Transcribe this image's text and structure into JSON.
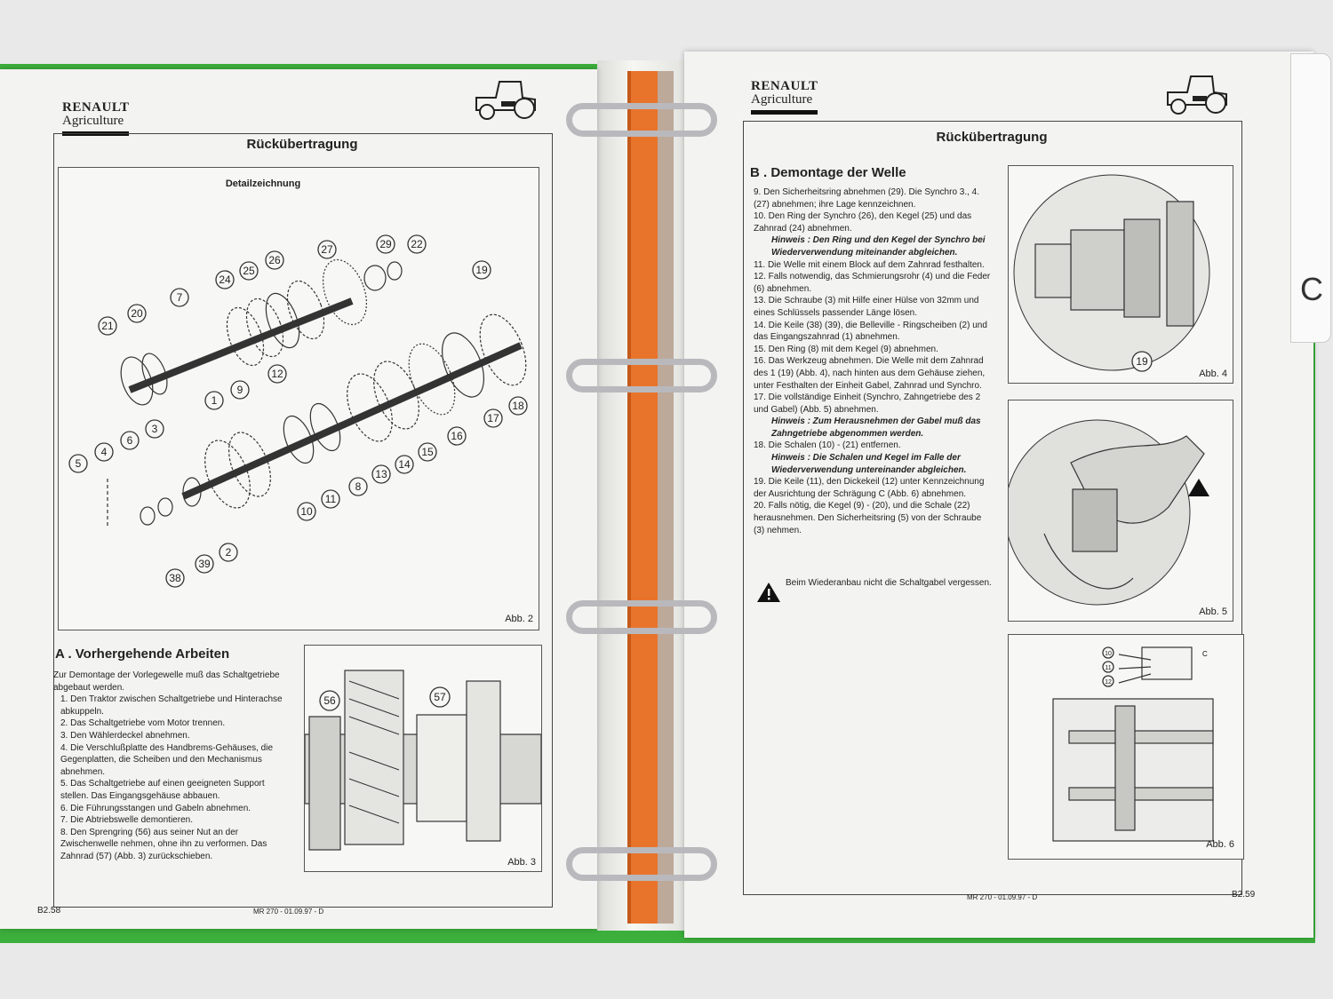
{
  "left": {
    "logo": {
      "brand": "RENAULT",
      "sub": "Agriculture"
    },
    "title": "Rückübertragung",
    "fig_title": "Detailzeichnung",
    "fig2_label": "Abb. 2",
    "callouts": [
      "56",
      "57",
      "27",
      "29",
      "22",
      "26",
      "25",
      "24",
      "7",
      "20",
      "21",
      "19",
      "12",
      "9",
      "1",
      "18",
      "17",
      "16",
      "15",
      "14",
      "13",
      "8",
      "11",
      "10",
      "2",
      "39",
      "38",
      "3",
      "6",
      "4",
      "5"
    ],
    "section_title": "A . Vorhergehende Arbeiten",
    "intro": "Zur Demontage der Vorlegewelle muß das Schaltgetriebe abgebaut werden.",
    "steps": [
      "1. Den Traktor zwischen Schaltgetriebe und Hinterachse abkuppeln.",
      "2. Das Schaltgetriebe vom Motor trennen.",
      "3. Den Wählerdeckel abnehmen.",
      "4. Die Verschlußplatte des Handbrems-Gehäuses, die Gegenplatten, die Scheiben und den Mechanismus abnehmen.",
      "5. Das Schaltgetriebe auf einen geeigneten Support stellen. Das Eingangsgehäuse abbauen.",
      "6. Die Führungsstangen und Gabeln abnehmen.",
      "7. Die Abtriebswelle demontieren.",
      "8. Den Sprengring (56) aus seiner Nut an der Zwischenwelle nehmen, ohne ihn zu verformen. Das Zahnrad (57) (Abb. 3) zurückschieben."
    ],
    "fig3_label": "Abb. 3",
    "footer_page": "B2.58",
    "footer_ref": "MR 270 - 01.09.97 - D"
  },
  "right": {
    "logo": {
      "brand": "RENAULT",
      "sub": "Agriculture"
    },
    "title": "Rückübertragung",
    "section_title": "B . Demontage der Welle",
    "steps": [
      "9. Den Sicherheitsring abnehmen (29). Die Synchro 3., 4. (27) abnehmen; ihre Lage kennzeichnen.",
      "10. Den Ring der Synchro (26), den Kegel (25) und das Zahnrad (24) abnehmen.",
      "Hinweis : Den Ring und den Kegel der Synchro bei Wiederverwendung miteinander abgleichen.",
      "11. Die Welle mit einem Block auf dem Zahnrad festhalten.",
      "12. Falls notwendig, das Schmierungsrohr (4) und die Feder (6) abnehmen.",
      "13. Die Schraube (3) mit Hilfe einer Hülse von 32mm und eines Schlüssels passender Länge lösen.",
      "14. Die Keile (38) (39), die Belleville - Ringscheiben (2) und das Eingangszahnrad (1) abnehmen.",
      "15. Den Ring (8) mit dem Kegel (9) abnehmen.",
      "16. Das Werkzeug abnehmen. Die Welle mit dem Zahnrad des 1 (19) (Abb. 4), nach hinten aus dem Gehäuse ziehen, unter Festhalten der Einheit Gabel, Zahnrad und Synchro.",
      "17. Die vollständige Einheit (Synchro, Zahngetriebe des 2 und Gabel) (Abb. 5) abnehmen.",
      "Hinweis : Zum Herausnehmen der Gabel muß das Zahngetriebe abgenommen werden.",
      "18. Die Schalen (10) - (21) entfernen.",
      "Hinweis : Die Schalen und Kegel im Falle der Wiederverwendung untereinander abgleichen.",
      "19. Die Keile (11), den Dickekeil (12) unter Kennzeichnung der Ausrichtung der Schrägung C (Abb. 6) abnehmen.",
      "20. Falls nötig, die Kegel (9) - (20), und die Schale (22) herausnehmen. Den Sicherheitsring (5) von der Schraube (3) nehmen."
    ],
    "warning": "Beim Wiederanbau nicht die Schaltgabel vergessen.",
    "fig4_label": "Abb. 4",
    "fig4_callout": "19",
    "fig5_label": "Abb. 5",
    "fig6_label": "Abb. 6",
    "fig6_callouts": [
      "10",
      "11",
      "12"
    ],
    "fig6_letter": "C",
    "footer_page": "B2.59",
    "footer_ref": "MR 270 - 01.09.97 - D"
  },
  "tab_letter": "C"
}
